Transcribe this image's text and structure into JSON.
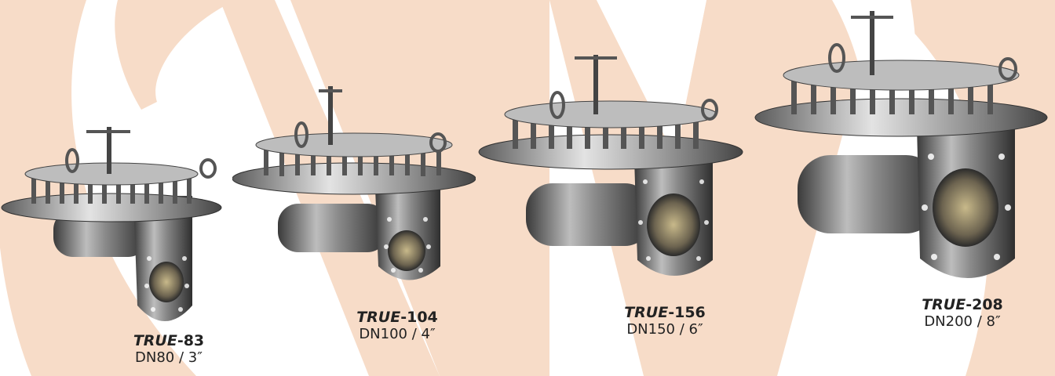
{
  "colors": {
    "accent": "#f7dcc8",
    "text": "#222222",
    "steel_dark": "#3a3a3a",
    "steel_light": "#d9d9d9"
  },
  "products": [
    {
      "brand": "TRUE",
      "model": "-83",
      "size": "DN80 / 3″"
    },
    {
      "brand": "TRUE",
      "model": "-104",
      "size": "DN100 / 4″"
    },
    {
      "brand": "TRUE",
      "model": "-156",
      "size": "DN150 / 6″"
    },
    {
      "brand": "TRUE",
      "model": "-208",
      "size": "DN200 / 8″"
    }
  ]
}
